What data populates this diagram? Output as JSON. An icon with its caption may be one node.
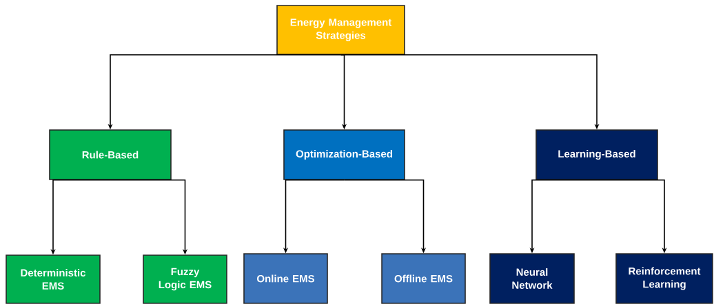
{
  "diagram": {
    "nodes": [
      {
        "text": [
          "Energy Management Strategies"
        ]
      },
      {
        "text": [
          "Rule-Based"
        ]
      },
      {
        "text": [
          "Optimization-Based"
        ]
      },
      {
        "text": [
          "Learning-Based"
        ]
      },
      {
        "text": [
          "Deterministic EMS"
        ]
      },
      {
        "text": [
          "Fuzzy Logic EMS"
        ]
      },
      {
        "text": [
          "Online EMS"
        ]
      },
      {
        "text": [
          "Offline EMS"
        ]
      },
      {
        "text": [
          "Neural Network"
        ]
      },
      {
        "text": [
          "Reinforcement Learning"
        ]
      }
    ],
    "edges": [
      {
        "from": 0,
        "to": 1,
        "arrow": "to"
      },
      {
        "from": 0,
        "to": 2,
        "arrow": "to"
      },
      {
        "from": 0,
        "to": 3,
        "arrow": "to"
      },
      {
        "from": 1,
        "to": 4,
        "arrow": "to"
      },
      {
        "from": 1,
        "to": 5,
        "arrow": "to"
      },
      {
        "from": 2,
        "to": 6,
        "arrow": "to"
      },
      {
        "from": 2,
        "to": 7,
        "arrow": "to"
      },
      {
        "from": 3,
        "to": 8,
        "arrow": "to"
      },
      {
        "from": 3,
        "to": 9,
        "arrow": "to"
      }
    ]
  }
}
